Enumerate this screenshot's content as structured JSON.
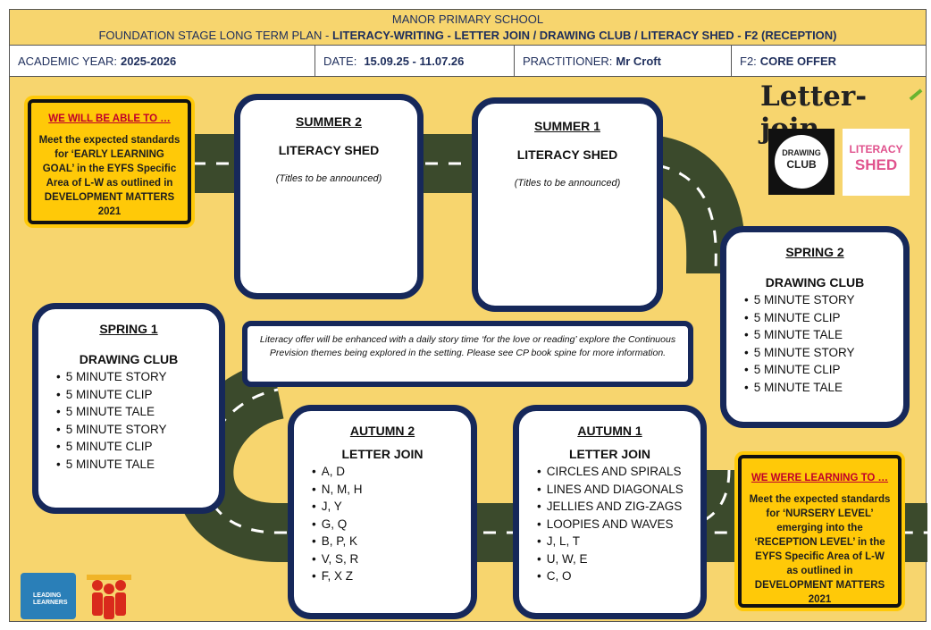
{
  "header": {
    "school": "MANOR PRIMARY SCHOOL",
    "plan_prefix": "FOUNDATION STAGE LONG TERM PLAN - ",
    "plan_bold": "LITERACY-WRITING - LETTER JOIN / DRAWING CLUB / LITERACY SHED - F2 (RECEPTION)"
  },
  "info": {
    "year_label": "ACADEMIC YEAR:",
    "year_value": "2025-2026",
    "date_label": "DATE:",
    "date_value": "15.09.25 - 11.07.26",
    "practitioner_label": "PRACTITIONER:",
    "practitioner_value": "Mr Croft",
    "f2_label": "F2:",
    "f2_value": "CORE OFFER"
  },
  "sign_top": {
    "heading": "WE WILL BE ABLE TO …",
    "body": "Meet the expected standards for ‘EARLY LEARNING GOAL’ in the EYFS Specific Area of L-W as outlined in DEVELOPMENT  MATTERS 2021"
  },
  "sign_bottom": {
    "heading": "WE WERE LEARNING TO …",
    "body": "Meet the expected standards for ‘NURSERY LEVEL’ emerging into the ‘RECEPTION LEVEL’ in the EYFS Specific Area of L-W as outlined in DEVELOPMENT MATTERS  2021"
  },
  "summer2": {
    "title": "SUMMER 2",
    "subtitle": "LITERACY SHED",
    "note": "(Titles to be announced)"
  },
  "summer1": {
    "title": "SUMMER 1",
    "subtitle": "LITERACY SHED",
    "note": "(Titles to be announced)"
  },
  "spring2": {
    "title": "SPRING 2",
    "subtitle": "DRAWING CLUB",
    "items": [
      "5 MINUTE STORY",
      "5 MINUTE CLIP",
      "5 MINUTE TALE",
      "5 MINUTE STORY",
      "5 MINUTE CLIP",
      "5 MINUTE TALE"
    ]
  },
  "spring1": {
    "title": "SPRING 1",
    "subtitle": "DRAWING CLUB",
    "items": [
      "5 MINUTE STORY",
      "5 MINUTE CLIP",
      "5 MINUTE TALE",
      "5 MINUTE STORY",
      "5 MINUTE CLIP",
      "5 MINUTE TALE"
    ]
  },
  "autumn2": {
    "title": "AUTUMN 2",
    "subtitle": "LETTER JOIN",
    "items": [
      "A, D",
      "N, M, H",
      "J, Y",
      "G, Q",
      "B, P, K",
      "V, S, R",
      "F, X Z"
    ]
  },
  "autumn1": {
    "title": "AUTUMN 1",
    "subtitle": "LETTER JOIN",
    "items": [
      "CIRCLES AND SPIRALS",
      "LINES AND DIAGONALS",
      "JELLIES AND ZIG-ZAGS",
      "LOOPIES AND WAVES",
      "J, L, T",
      "U, W, E",
      "C, O"
    ]
  },
  "story_note": "Literacy offer will be enhanced with a daily story time ‘for the love or reading’ explore the Continuous Prevision themes being explored in the setting.  Please see CP book spine for more information.",
  "logos": {
    "letter_join": "Letter-join",
    "drawing_club": [
      "DRAWING",
      "CLUB"
    ],
    "literacy_shed": [
      "LITERACY",
      "SHED"
    ],
    "leading_learners": [
      "LEADING",
      "LEARNERS"
    ]
  },
  "colors": {
    "road": "#3b4a2c",
    "background": "#f7d56e",
    "card_border": "#16285a",
    "sign": "#ffc908",
    "title_text": "#1e2e5c"
  }
}
